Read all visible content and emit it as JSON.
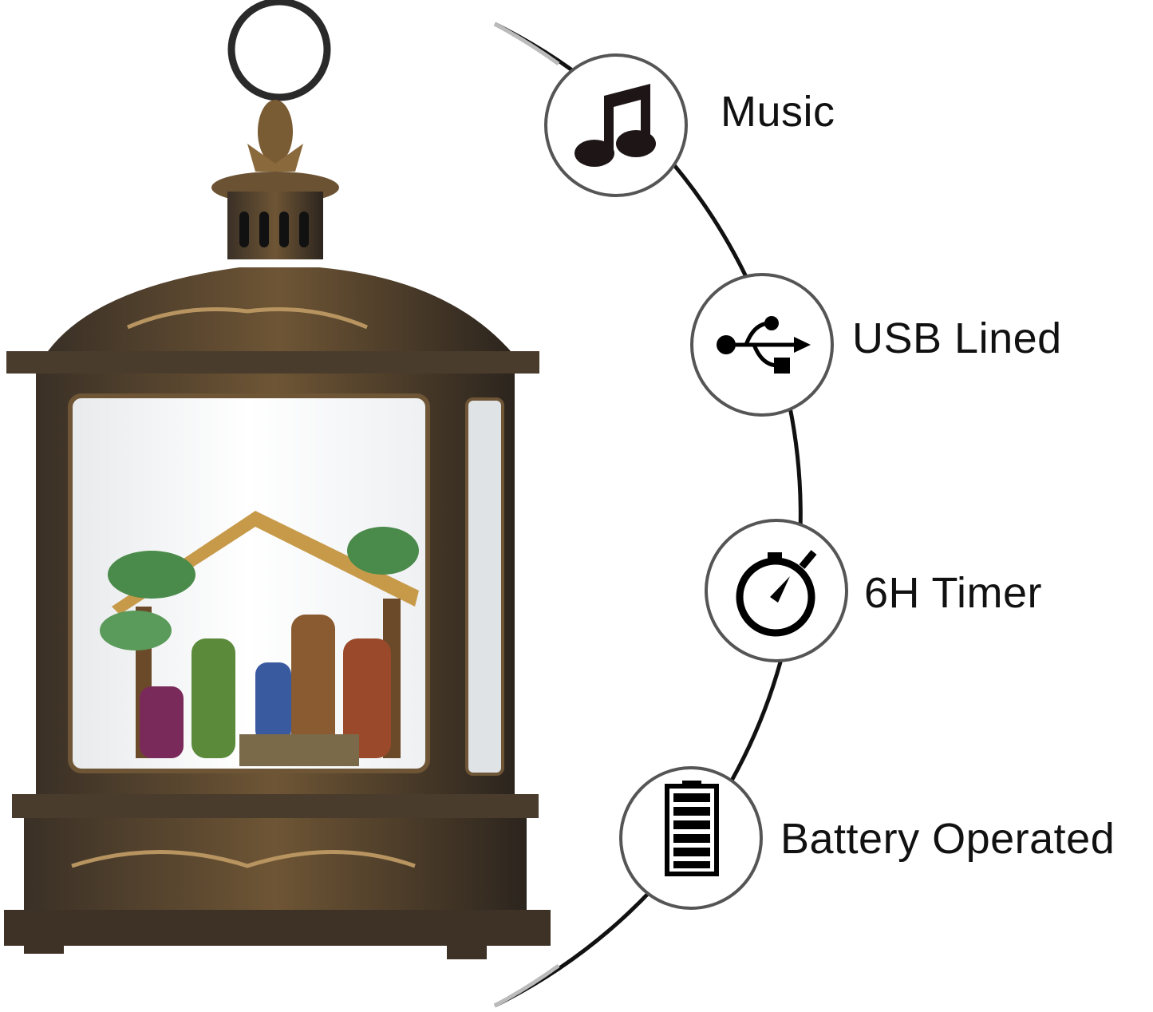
{
  "features": [
    {
      "label": "Music",
      "icon": "music-note-icon"
    },
    {
      "label": "USB Lined",
      "icon": "usb-icon"
    },
    {
      "label": "6H Timer",
      "icon": "stopwatch-icon"
    },
    {
      "label": "Battery Operated",
      "icon": "battery-icon"
    }
  ],
  "colors": {
    "bronze": "#8a6a3c",
    "dark_frame": "#2e2720",
    "line": "#111111",
    "circle_border": "#555555"
  }
}
